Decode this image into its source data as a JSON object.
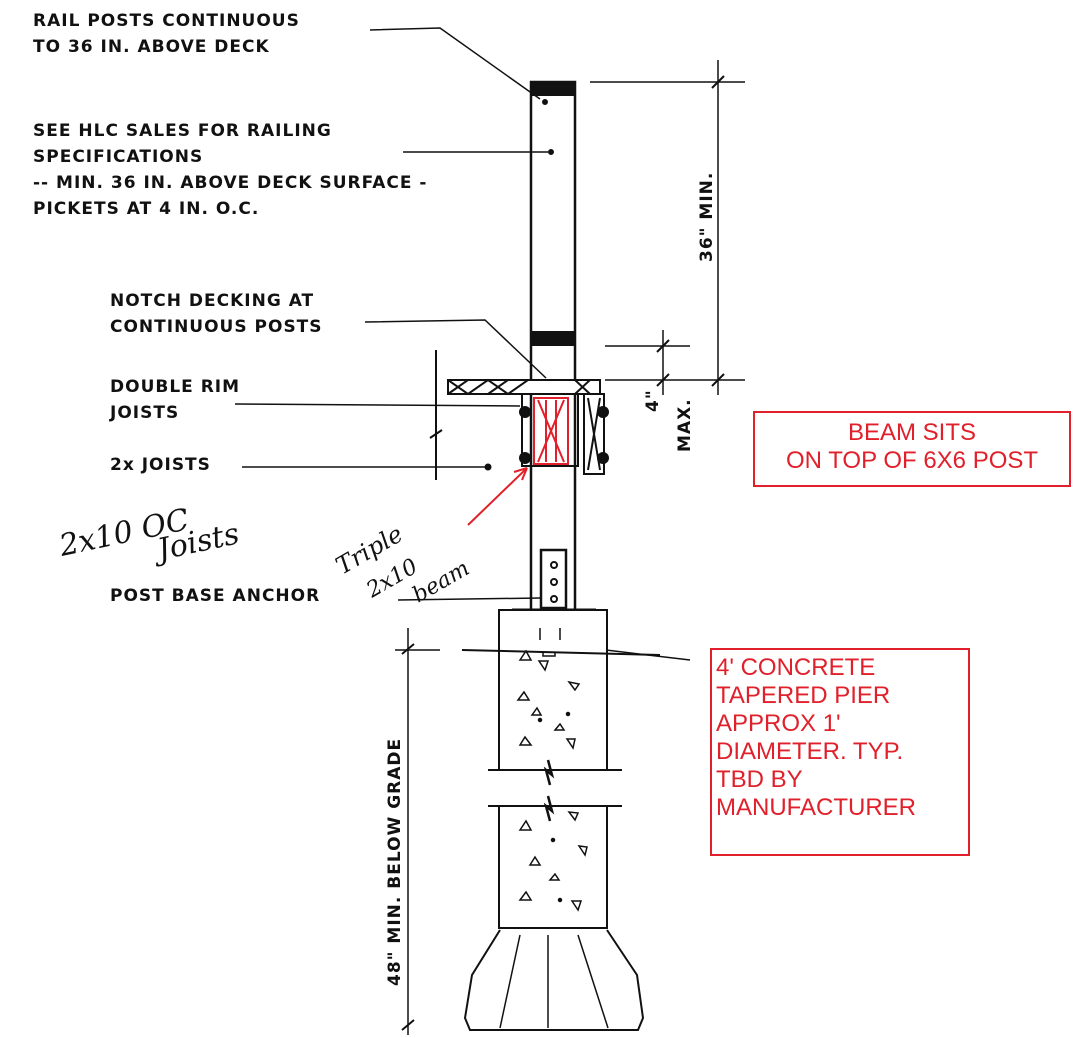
{
  "notes": {
    "rail_posts": "RAIL POSTS CONTINUOUS\nTO 36 IN. ABOVE DECK",
    "railing_specs": "SEE HLC SALES FOR RAILING\nSPECIFICATIONS\n-- MIN. 36 IN. ABOVE DECK SURFACE -\nPICKETS AT 4 IN. O.C.",
    "notch_decking": "NOTCH DECKING AT\nCONTINUOUS POSTS",
    "double_rim": "DOUBLE RIM\nJOISTS",
    "joists": "2x JOISTS",
    "post_base": "POST BASE ANCHOR"
  },
  "dimensions": {
    "rail_height": "36\" MIN.",
    "gap": "4\"",
    "gap_max": "MAX.",
    "footing_depth": "48\" MIN. BELOW GRADE"
  },
  "handwritten": {
    "joists_line1": "2x10 OC",
    "joists_line2": "Joists",
    "beam_line1": "Triple",
    "beam_line2": "2x10",
    "beam_line3": "beam"
  },
  "callouts": {
    "beam": "BEAM SITS\nON TOP OF 6X6 POST",
    "pier": "4' CONCRETE\nTAPERED PIER\nAPPROX 1'\nDIAMETER. TYP.\nTBD BY\nMANUFACTURER"
  },
  "colors": {
    "ink": "#111111",
    "markup_red": "#e0202a"
  }
}
